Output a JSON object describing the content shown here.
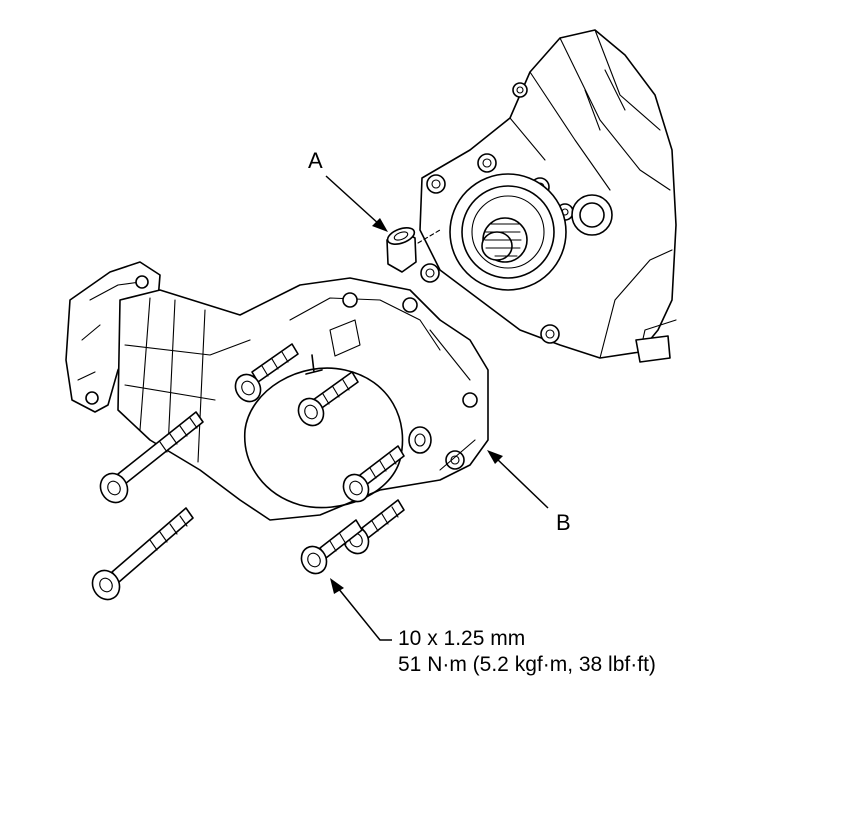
{
  "callouts": {
    "a": "A",
    "b": "B"
  },
  "spec": {
    "size": "10 x 1.25 mm",
    "torque": "51 N·m (5.2 kgf·m, 38 lbf·ft)"
  }
}
